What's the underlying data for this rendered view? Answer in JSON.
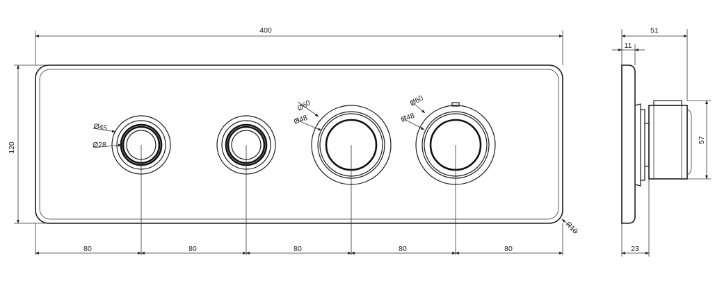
{
  "drawing": {
    "front_view": {
      "overall_width": "400",
      "overall_height": "120",
      "corner_radius": "R10",
      "spacings": [
        "80",
        "80",
        "80",
        "80",
        "80"
      ],
      "knob_1": {
        "outer": "45",
        "inner": "28"
      },
      "knob_3": {
        "outer": "60",
        "inner": "48"
      },
      "knob_4": {
        "outer": "60",
        "inner": "48"
      }
    },
    "side_view": {
      "depth_total": "51",
      "plate_thickness": "11",
      "body_height": "57",
      "base_depth": "23"
    },
    "symbols": {
      "diameter": "Ø"
    }
  }
}
